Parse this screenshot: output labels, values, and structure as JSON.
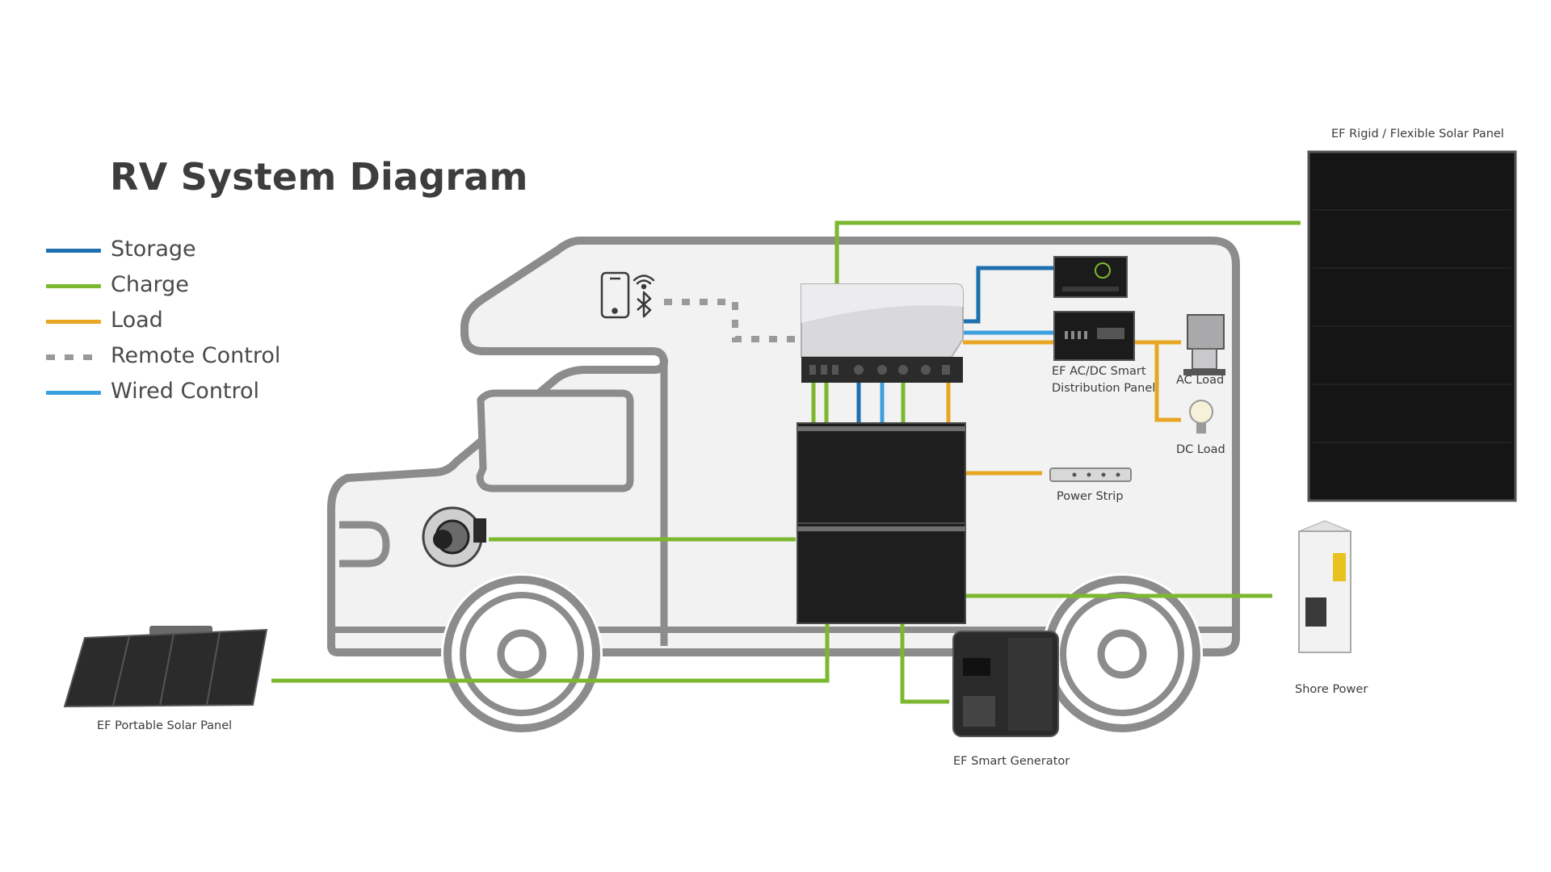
{
  "diagram": {
    "title": "RV System Diagram",
    "legend": [
      {
        "label": "Storage",
        "color": "#1e6fae",
        "style": "solid"
      },
      {
        "label": "Charge",
        "color": "#7cb82f",
        "style": "solid"
      },
      {
        "label": "Load",
        "color": "#e8a622",
        "style": "solid"
      },
      {
        "label": "Remote Control",
        "color": "#9a9a9a",
        "style": "dashed"
      },
      {
        "label": "Wired Control",
        "color": "#3aa0de",
        "style": "solid"
      }
    ],
    "components": {
      "rigid_solar": "EF  Rigid / Flexible Solar Panel",
      "distribution_panel_line1": "EF AC/DC Smart",
      "distribution_panel_line2": "Distribution Panel",
      "ac_load": "AC Load",
      "dc_load": "DC Load",
      "power_strip": "Power Strip",
      "shore_power": "Shore Power",
      "portable_solar": "EF Portable Solar Panel",
      "smart_generator": "EF Smart Generator"
    },
    "colors": {
      "rv_outline": "#8c8c8c",
      "rv_fill": "#f2f2f2",
      "storage": "#1e6fae",
      "charge": "#7cb82f",
      "load": "#e8a622",
      "wired": "#3aa0de",
      "remote": "#9a9a9a"
    }
  }
}
